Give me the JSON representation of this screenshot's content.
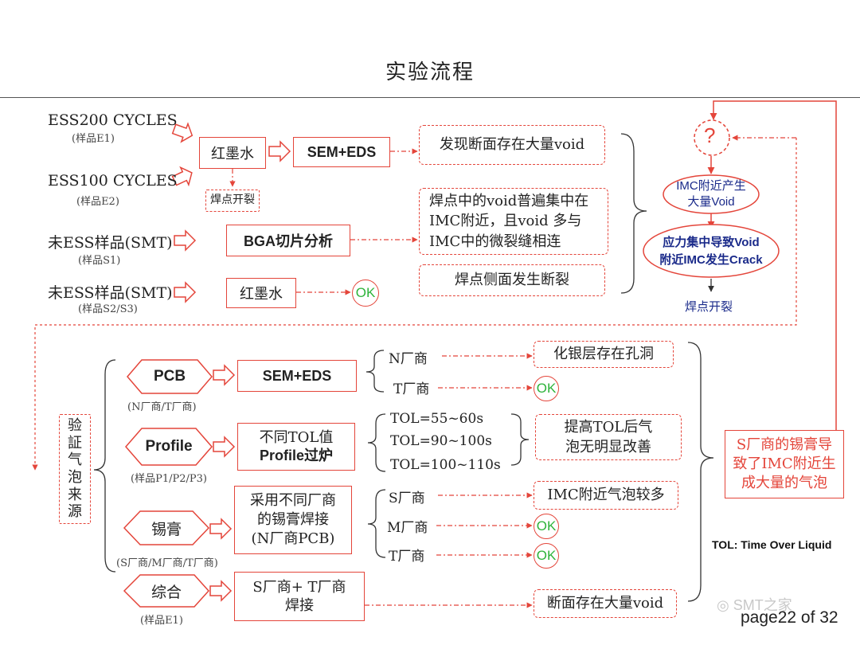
{
  "title": "实验流程",
  "top": {
    "samples": [
      {
        "name": "ESS200 CYCLES",
        "sub": "(样品E1)"
      },
      {
        "name": "ESS100 CYCLES",
        "sub": "(样品E2)"
      },
      {
        "name": "未ESS样品(SMT)",
        "sub": "(样品S1)"
      },
      {
        "name": "未ESS样品(SMT)",
        "sub": "(样品S2/S3)"
      }
    ],
    "red_ink_1": "红墨水",
    "sem_eds": "SEM+EDS",
    "solder_crack_small": "焊点开裂",
    "bga_section": "BGA切片分析",
    "red_ink_2": "红墨水",
    "ok": "OK",
    "finding_1": "发现断面存在大量void",
    "finding_2_lines": [
      "焊点中的void普遍集中在",
      "IMC附近，且void 多与",
      "IMC中的微裂缝相连"
    ],
    "finding_3": "焊点侧面发生断裂",
    "question": "?",
    "ellipse_1_lines": [
      "IMC附近产生",
      "大量Void"
    ],
    "ellipse_2_lines": [
      "应力集中导致Void",
      "附近IMC发生Crack"
    ],
    "solder_crack": "焊点开裂"
  },
  "bottom": {
    "verify_label_chars": [
      "验",
      "証",
      "气",
      "泡",
      "来",
      "源"
    ],
    "pcb": {
      "label": "PCB",
      "sub": "(N厂商/T厂商)",
      "action": "SEM+EDS",
      "vendors": [
        "N厂商",
        "T厂商"
      ],
      "result_1": "化银层存在孔洞",
      "ok": "OK"
    },
    "profile": {
      "label": "Profile",
      "sub": "(样品P1/P2/P3)",
      "action_lines": [
        "不同TOL值",
        "Profile过炉"
      ],
      "tols": [
        "TOL=55~60s",
        "TOL=90~100s",
        "TOL=100~110s"
      ],
      "result_lines": [
        "提高TOL后气",
        "泡无明显改善"
      ]
    },
    "paste": {
      "label": "锡膏",
      "sub": "(S厂商/M厂商/T厂商)",
      "action_lines": [
        "采用不同厂商",
        "的锡膏焊接",
        "(N厂商PCB)"
      ],
      "vendors": [
        "S厂商",
        "M厂商",
        "T厂商"
      ],
      "result_1": "IMC附近气泡较多",
      "ok": "OK"
    },
    "combined": {
      "label": "综合",
      "sub": "(样品E1)",
      "action_lines": [
        "S厂商+ T厂商",
        "焊接"
      ],
      "result": "断面存在大量void"
    },
    "conclusion_lines": [
      "S厂商的锡膏导",
      "致了IMC附近生",
      "成大量的气泡"
    ],
    "tol_note": "TOL: Time Over Liquid",
    "page": "page22 of 32",
    "watermark": "SMT之家"
  },
  "colors": {
    "accent": "#e4453a",
    "ok": "#2db33a",
    "navy": "#1a2a8a"
  }
}
